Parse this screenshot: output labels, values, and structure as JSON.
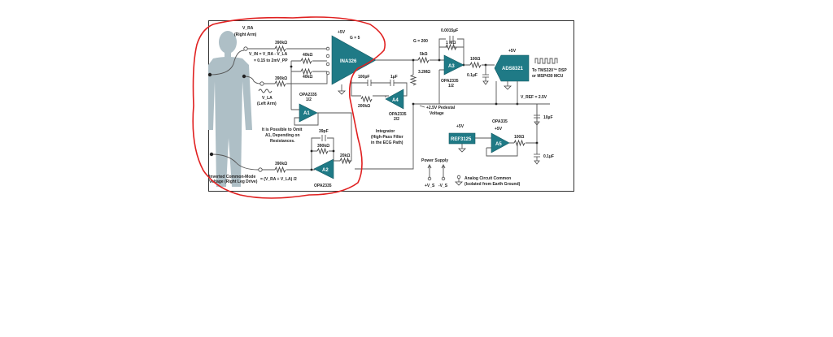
{
  "diagram": {
    "title": "ECG front-end circuit schematic",
    "body_figure": "human-figure",
    "accent_colors": {
      "chip_teal": "#1f7a86",
      "body_gray": "#aebfc6",
      "annotation_red": "#e02020",
      "wire": "#555555"
    },
    "electrodes": {
      "right_arm": {
        "symbol": "V_RA",
        "label": "(Right Arm)"
      },
      "left_arm": {
        "symbol": "V_LA",
        "label": "(Left Arm)"
      },
      "right_leg": {
        "label_line1": "Inverted Common-Mode",
        "label_line2": "Voltage (Right Leg Drive)",
        "formula": "= (V_RA + V_LA) /2"
      }
    },
    "formula": {
      "line1": "V_IN = V_RA - V_LA",
      "line2": "= 0.15 to 2mV_PP"
    },
    "components": {
      "r_ra": "390kΩ",
      "r_la": "390kΩ",
      "r_rl": "390kΩ",
      "r_g1": "40kΩ",
      "r_g2": "40kΩ",
      "ina": {
        "name": "INA326",
        "supply": "+5V",
        "gain": "G = 5"
      },
      "a1": {
        "name": "A1",
        "part": "OPA2335",
        "unit": "1/2"
      },
      "a2": {
        "name": "A2",
        "part": "OPA2335",
        "c": "39pF",
        "r_fb": "390kΩ",
        "r_in": "20kΩ"
      },
      "a4": {
        "name": "A4",
        "part": "OPA2335",
        "unit": "2/2",
        "c1": "100pF",
        "c2": "1µF",
        "r": "200kΩ"
      },
      "integrator": {
        "line1": "Integrator",
        "line2": "(High-Pass Filter",
        "line3": "in the ECG Path)"
      },
      "a1_note": {
        "line1": "It is Possible to Omit",
        "line2": "A1, Depending on",
        "line3": "Resistances."
      },
      "a3": {
        "name": "A3",
        "part": "OPA2335",
        "unit": "1/2",
        "gain": "G = 200",
        "c_fb": "0.0015µF",
        "r_fb": "1 MΩ",
        "r_in": "5kΩ",
        "r_sh": "3.2MΩ"
      },
      "filter": {
        "r": "100Ω",
        "c": "0.1µF"
      },
      "adc": {
        "name": "ADS8321",
        "supply": "+5V",
        "vref": "V_REF = 2.5V",
        "out_line1": "To TMS320™ DSP",
        "out_line2": "or MSP430 MCU"
      },
      "pedestal": {
        "line1": "+2.5V Pedestal",
        "line2": "Voltage"
      },
      "ref": {
        "name": "REF3125",
        "supply": "+5V"
      },
      "a5": {
        "name": "A5",
        "part": "OPA335",
        "supply": "+5V",
        "r": "100Ω"
      },
      "c_ref1": "10µF",
      "c_ref2": "0.1µF"
    },
    "legend": {
      "power_supply": "Power Supply",
      "vs_plus": "+V_S",
      "vs_minus": "-V_S",
      "common_line1": "Analog Circuit Common",
      "common_line2": "(Isolated from Earth Ground)"
    }
  }
}
